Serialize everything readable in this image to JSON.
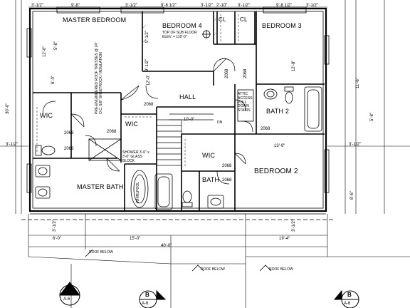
{
  "rooms": {
    "master_bedroom": "MASTER BEDROOM",
    "bedroom4": "BEDROOM 4",
    "bedroom3": "BEDROOM 3",
    "bedroom2": "BEDROOM 2",
    "hall": "HALL",
    "wic_left": "WIC",
    "wic_center": "WIC",
    "wic_right": "WIC",
    "bath2": "BATH 2",
    "bath": "BATH",
    "master_bath": "MASTER BATH",
    "closet_a": "CL",
    "closet_b": "CL",
    "dn": "DN"
  },
  "notes": {
    "subfloor": "TOP OF SUB FLOOR ELEV. = 110'-0\"",
    "ceiling": "PRE-ENGINEERED ROOF TRUSSES @ 24\" O.C. 5/8\" SHEETROCK / INSULATION",
    "attic": "ATTIC ACCESS PULL DOWN STAIRS",
    "whirlpool": "WHIRLPOOL",
    "glass_block": "SHOWER 3'-0\" x 3'-0\" GLASS BLOCK",
    "roof_below_1": "ROOF BELOW",
    "roof_below_2": "ROOF BELOW",
    "roof_below_3": "ROOF BELOW"
  },
  "dims": {
    "d1": "9'-8\"",
    "d2": "3'-1/2\"",
    "d3": "3'-1/2\"",
    "d4": "9'-8 1/2\"",
    "d5": "3'-1/2\"",
    "d6": "2'-10\"",
    "d7": "3'-1/2\"",
    "d8": "9'-8 1/2\"",
    "d9": "3'-1/2\"",
    "d10": "9'-1/2\"",
    "d11": "12'-0\"",
    "d12": "12'-0\"",
    "d13": "12'-8\"",
    "d14": "13'-9\"",
    "d15": "9'-1/2\"",
    "d16": "6'-0\"",
    "d17": "15'-0\"",
    "d18": "19'-4\"",
    "d19": "40'-0\"",
    "d20": "3'-1/2\"",
    "d21": "3'-1/2\"",
    "d22": "3'-1/2\"",
    "d23": "2068",
    "d24": "2068",
    "d25": "2068",
    "d26": "2068",
    "d27": "2068",
    "d28": "2068",
    "d29": "2068",
    "d30": "2068",
    "d31": "2068",
    "d32": "10'-0\"",
    "d33": "30'-0\"",
    "d34": "3'-1/2\"",
    "d35": "8'-6\"",
    "d36": "6'-0\"",
    "d37": "5'-8\"",
    "d38": "11'-6\"",
    "d39": "5'-8\""
  },
  "tags": {
    "a_letter": "A",
    "a_sheet": "A-6",
    "b_letter": "B",
    "b_sheet": "A-6",
    "b2_letter": "B",
    "b2_sheet": "A-6"
  },
  "colors": {
    "line": "#000000",
    "hatch": "#555555"
  }
}
